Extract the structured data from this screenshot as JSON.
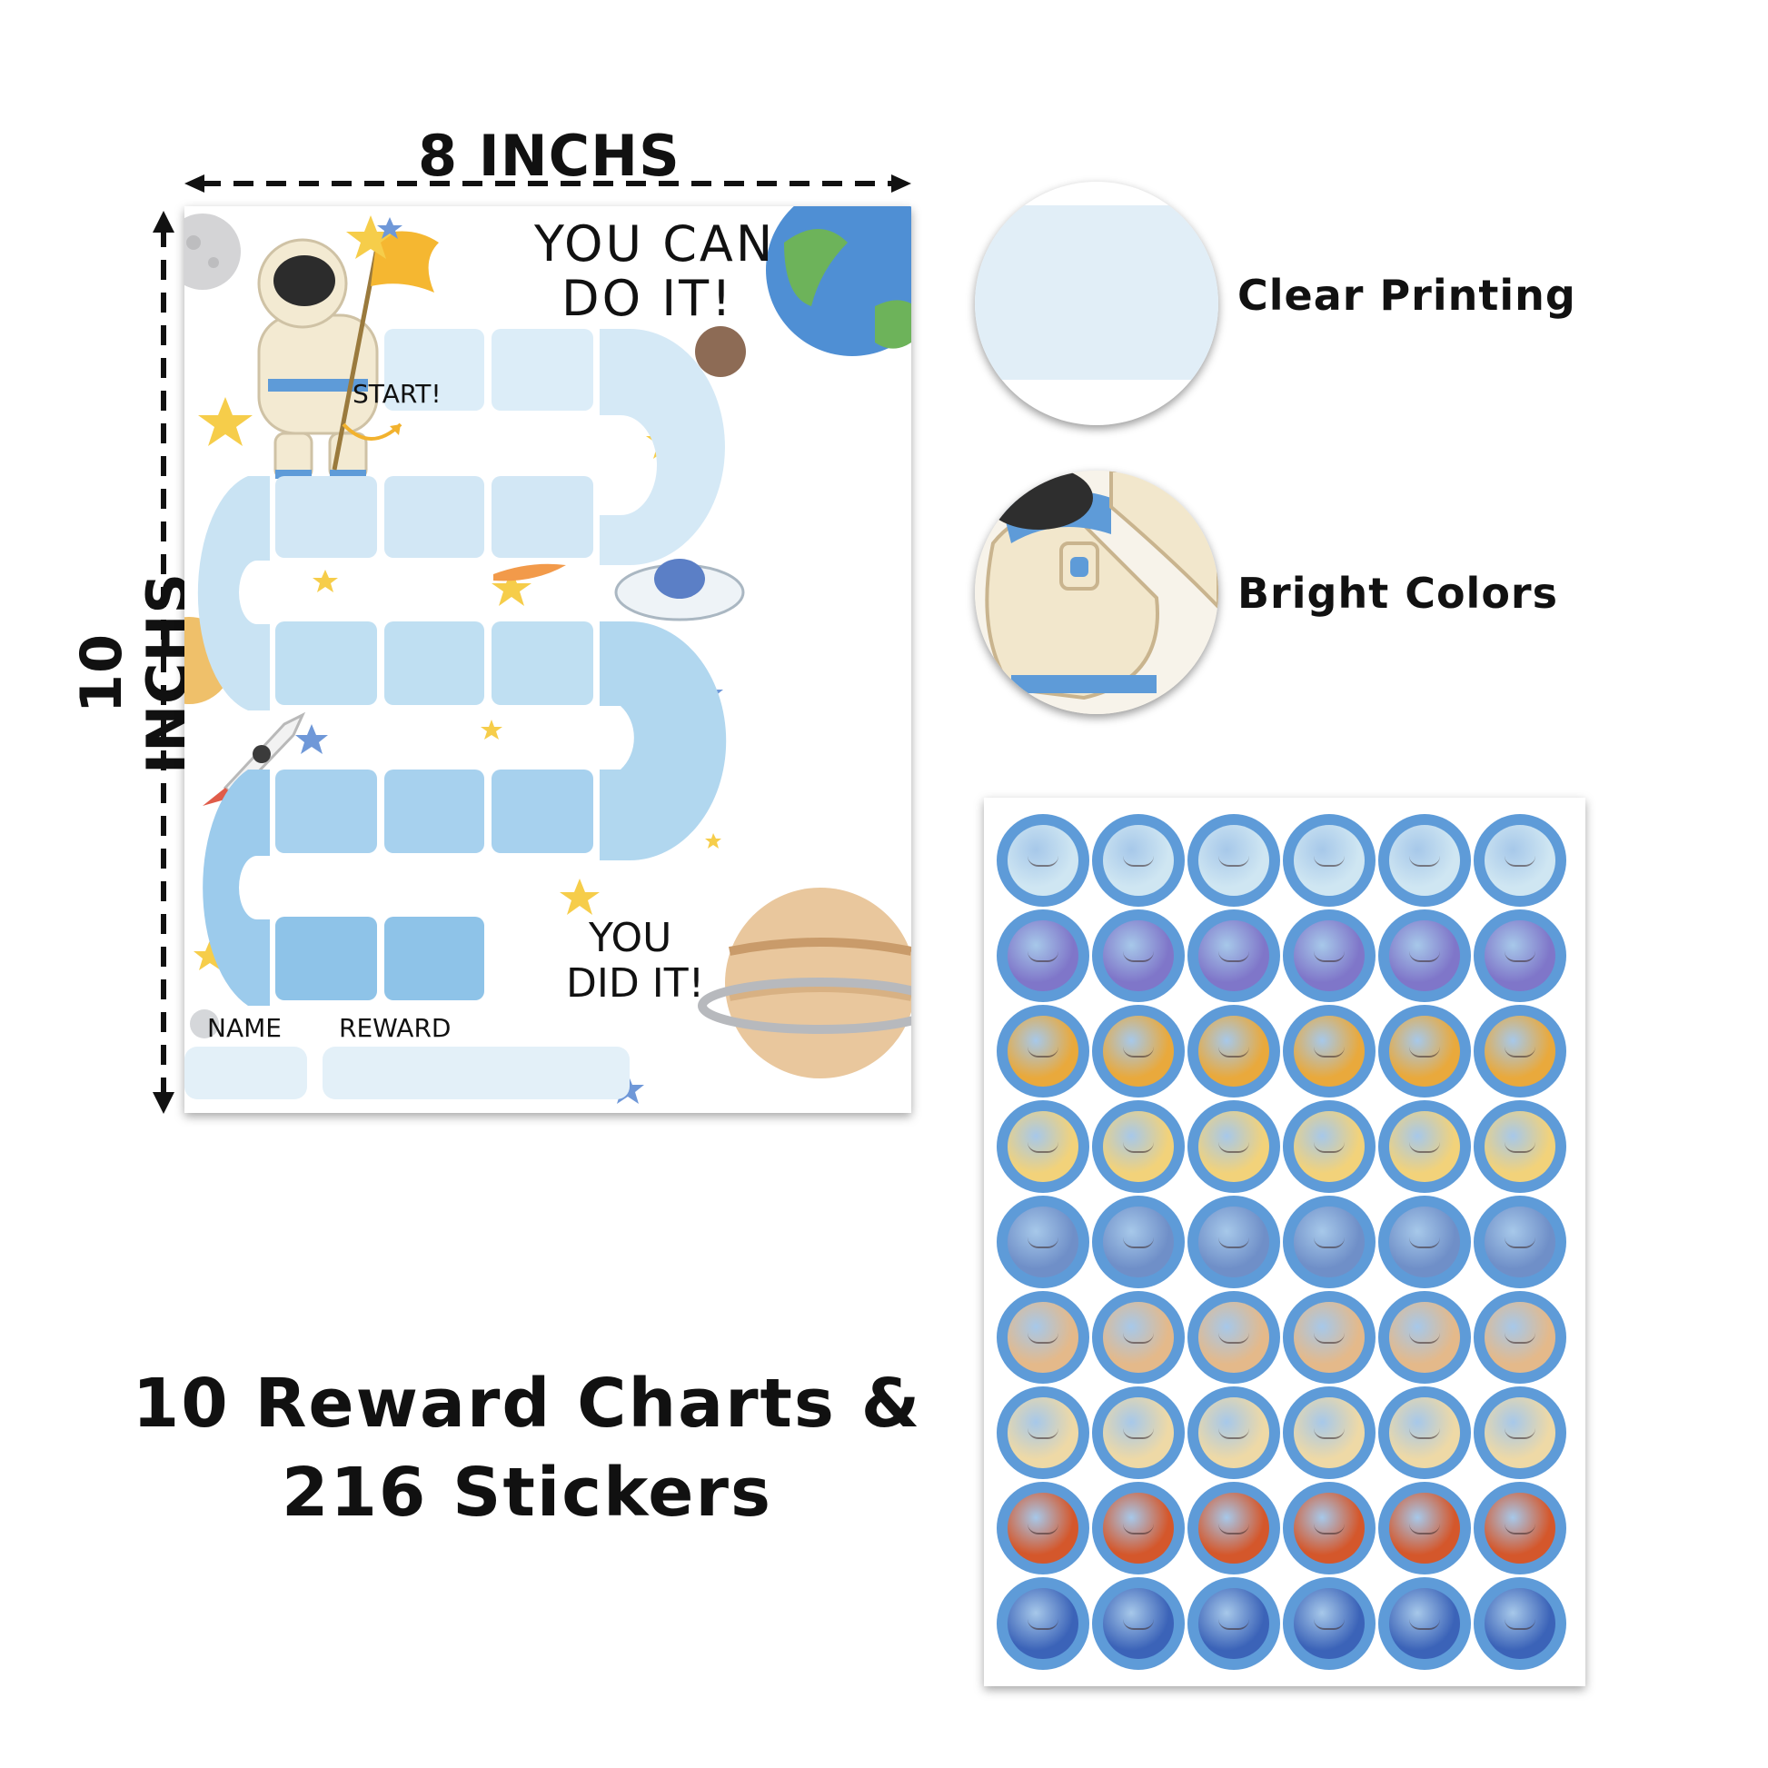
{
  "dimensions": {
    "width_label": "8 INCHS",
    "height_label": "10 INCHS"
  },
  "chart": {
    "heading": "YOU CAN DO IT!",
    "heading_line1": "YOU CAN",
    "heading_line2": "DO IT!",
    "start_label": "START!",
    "finish_line1": "YOU",
    "finish_line2": "DID IT!",
    "name_label": "NAME",
    "reward_label": "REWARD"
  },
  "features": [
    {
      "label": "Clear Printing",
      "icon": "light-blue-print-sample-icon"
    },
    {
      "label": "Bright Colors",
      "icon": "astronaut-closeup-icon"
    }
  ],
  "promo": {
    "line1": "10 Reward Charts &",
    "line2": "216 Stickers"
  },
  "sticker_sheet": {
    "rows": [
      {
        "name": "light-blue-planet",
        "color": "#cfe6f2"
      },
      {
        "name": "purple-planet",
        "color": "#7f76c9"
      },
      {
        "name": "orange-planet",
        "color": "#e9a93c"
      },
      {
        "name": "ringed-yellow-planet",
        "color": "#f2d27a"
      },
      {
        "name": "blue-earth-planet",
        "color": "#6f8fc8"
      },
      {
        "name": "tan-planet",
        "color": "#e4b98a"
      },
      {
        "name": "striped-planet",
        "color": "#eed9a6"
      },
      {
        "name": "red-planet",
        "color": "#d4572b"
      },
      {
        "name": "earth-planet",
        "color": "#3b63b8"
      }
    ],
    "ring_color": "#5e9bd8"
  },
  "colors": {
    "track_light": "#dcedf8",
    "track_mid": "#bfdff2",
    "track_dark": "#8ec3e8",
    "panel_fill": "#e3f0f8"
  }
}
